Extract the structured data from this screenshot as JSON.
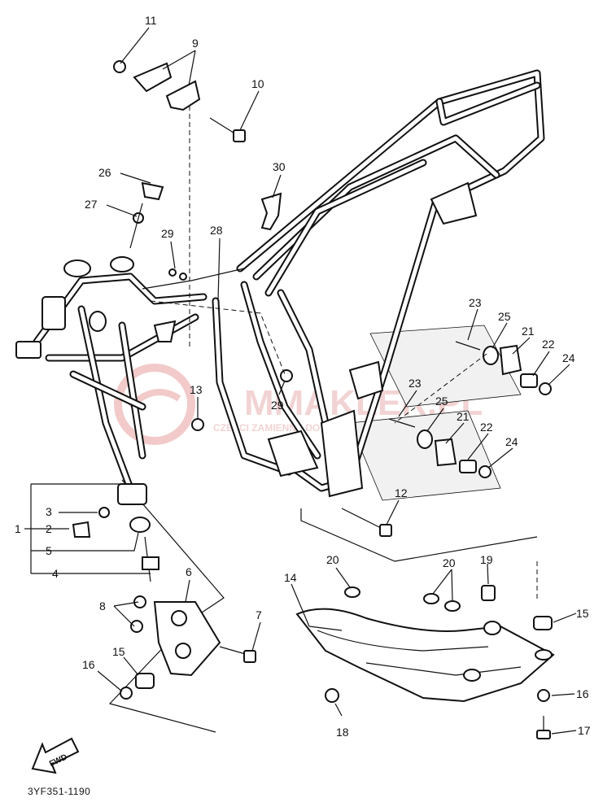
{
  "diagram": {
    "callouts": [
      "11",
      "9",
      "10",
      "26",
      "27",
      "30",
      "29",
      "28",
      "23",
      "25",
      "21",
      "22",
      "24",
      "13",
      "29",
      "23",
      "25",
      "21",
      "22",
      "24",
      "12",
      "3",
      "2",
      "1",
      "5",
      "4",
      "6",
      "8",
      "7",
      "15",
      "16",
      "20",
      "19",
      "14",
      "20",
      "15",
      "16",
      "18",
      "17"
    ],
    "fwd_label": "FWD",
    "part_code": "3YF351-1190",
    "watermark": {
      "brand": "MMAKLER.PL",
      "tagline": "CZESCI ZAMIENNE DO MOTOCYKLI",
      "color": "#e8a0a0"
    }
  }
}
